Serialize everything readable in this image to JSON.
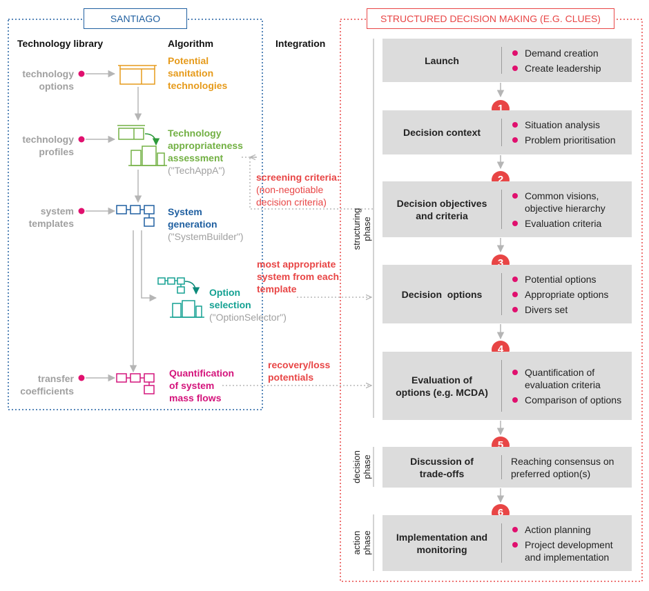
{
  "santiago": {
    "title": "SANTIAGO",
    "colors": {
      "border": "#1f5fa0"
    },
    "columns": {
      "library": "Technology library",
      "algorithm": "Algorithm",
      "integration": "Integration"
    },
    "library": [
      {
        "line1": "technology",
        "line2": "options"
      },
      {
        "line1": "technology",
        "line2": "profiles"
      },
      {
        "line1": "system",
        "line2": "templates"
      },
      {
        "line1": "transfer",
        "line2": "coefficients"
      }
    ],
    "algorithm": [
      {
        "lines": [
          "Potential",
          "sanitation",
          "technologies"
        ],
        "sub": "",
        "color": "#e69a1a"
      },
      {
        "lines": [
          "Technology",
          "appropriateness",
          "assessment"
        ],
        "sub": "(\"TechAppA\")",
        "color": "#72b043"
      },
      {
        "lines": [
          "System",
          "generation"
        ],
        "sub": "(\"SystemBuilder\")",
        "color": "#1f5fa0"
      },
      {
        "lines": [
          "Option",
          "selection"
        ],
        "sub": "(\"OptionSelector\")",
        "color": "#14a192"
      },
      {
        "lines": [
          "Quantification",
          "of system",
          "mass flows"
        ],
        "sub": "",
        "color": "#d4137b"
      }
    ],
    "integration": [
      {
        "bold": "screening criteria:",
        "normal": [
          "(non-negotiable",
          "decision criteria)"
        ]
      },
      {
        "bold_lines": [
          "most appropriate",
          "system from each",
          "template"
        ]
      },
      {
        "bold_lines": [
          "recovery/loss",
          "potentials"
        ]
      }
    ]
  },
  "sdm": {
    "title": "STRUCTURED DECISION MAKING (E.G. CLUES)",
    "colors": {
      "border": "#e84545",
      "box": "#dcdcdc",
      "bullet": "#e0106e"
    },
    "phases": {
      "structuring": [
        "structuring",
        "phase"
      ],
      "decision": [
        "decision",
        "phase"
      ],
      "action": [
        "action",
        "phase"
      ]
    },
    "steps": [
      {
        "number": "",
        "name": [
          "Launch"
        ],
        "bullets": [
          "Demand creation",
          "Create leadership"
        ]
      },
      {
        "number": "1",
        "name": [
          "Decision context"
        ],
        "bullets": [
          "Situation analysis",
          "Problem prioritisation"
        ]
      },
      {
        "number": "2",
        "name": [
          "Decision objectives",
          "and criteria"
        ],
        "bullets": [
          "Common visions, objective hierarchy",
          "Evaluation criteria"
        ]
      },
      {
        "number": "3",
        "name": [
          "Decision  options"
        ],
        "bullets": [
          "Potential options",
          "Appropriate options",
          "Divers set"
        ]
      },
      {
        "number": "4",
        "name": [
          "Evaluation of",
          "options (e.g. MCDA)"
        ],
        "bullets": [
          "Quantification of evaluation criteria",
          "Comparison of options"
        ]
      },
      {
        "number": "5",
        "name": [
          "Discussion of",
          "trade-offs"
        ],
        "plain": "Reaching consensus on preferred option(s)"
      },
      {
        "number": "6",
        "name": [
          "Implementation and",
          "monitoring"
        ],
        "bullets": [
          "Action planning",
          "Project development and implementation"
        ]
      }
    ]
  }
}
